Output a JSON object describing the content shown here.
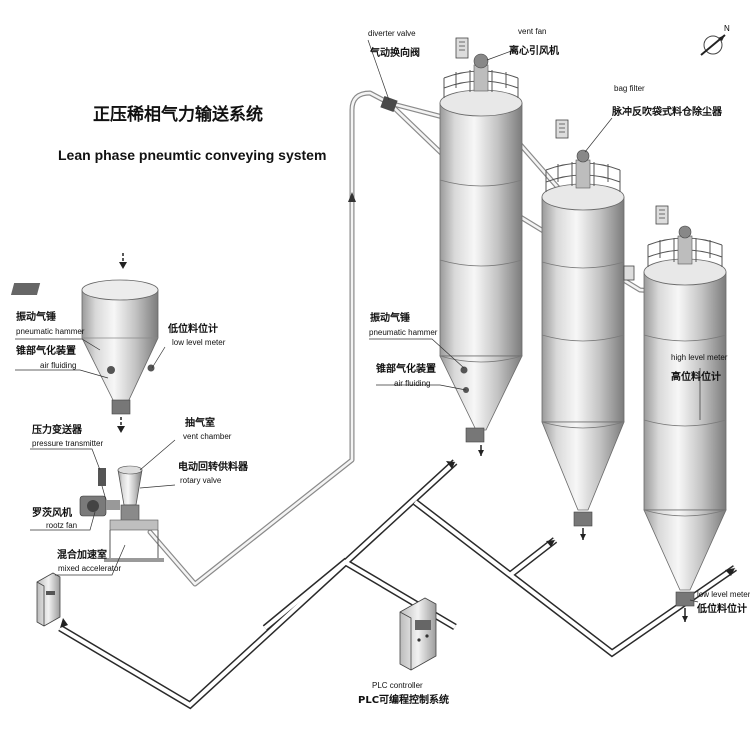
{
  "title": {
    "zh": "正压稀相气力输送系统",
    "en": "Lean phase pneumtic conveying system"
  },
  "compass_label": "N",
  "left_equipment": {
    "pneumatic_hammer": {
      "zh": "振动气锤",
      "en": "pneumatic hammer"
    },
    "air_fluiding": {
      "zh": "锥部气化装置",
      "en": "air fluiding"
    },
    "low_level_meter": {
      "zh": "低位料位计",
      "en": "low level meter"
    },
    "pressure_transmitter": {
      "zh": "压力变送器",
      "en": "pressure transmitter"
    },
    "vent_chamber": {
      "zh": "抽气室",
      "en": "vent chamber"
    },
    "rotary_valve": {
      "zh": "电动回转供料器",
      "en": "rotary valve"
    },
    "rootz_fan": {
      "zh": "罗茨风机",
      "en": "rootz fan"
    },
    "mixed_accelerator": {
      "zh": "混合加速室",
      "en": "mixed accelerator"
    }
  },
  "silo_equipment": {
    "diverter_valve": {
      "zh": "气动换向阀",
      "en": "diverter valve"
    },
    "vent_fan": {
      "zh": "离心引风机",
      "en": "vent fan"
    },
    "bag_filter": {
      "zh": "脉冲反吹袋式料仓除尘器",
      "en": "bag filter"
    },
    "pneumatic_hammer": {
      "zh": "振动气锤",
      "en": "pneumatic hammer"
    },
    "air_fluiding": {
      "zh": "锥部气化装置",
      "en": "air fluiding"
    },
    "high_level_meter": {
      "zh": "高位料位计",
      "en": "high level meter"
    },
    "low_level_meter": {
      "zh": "低位料位计",
      "en": "low level meter"
    }
  },
  "plc": {
    "zh": "PLC可编程控制系统",
    "en": "PLC controller"
  },
  "colors": {
    "pipe": "#8a8a8a",
    "signal_line": "#2a2a2a",
    "silo_body": "#d8d8d8"
  }
}
